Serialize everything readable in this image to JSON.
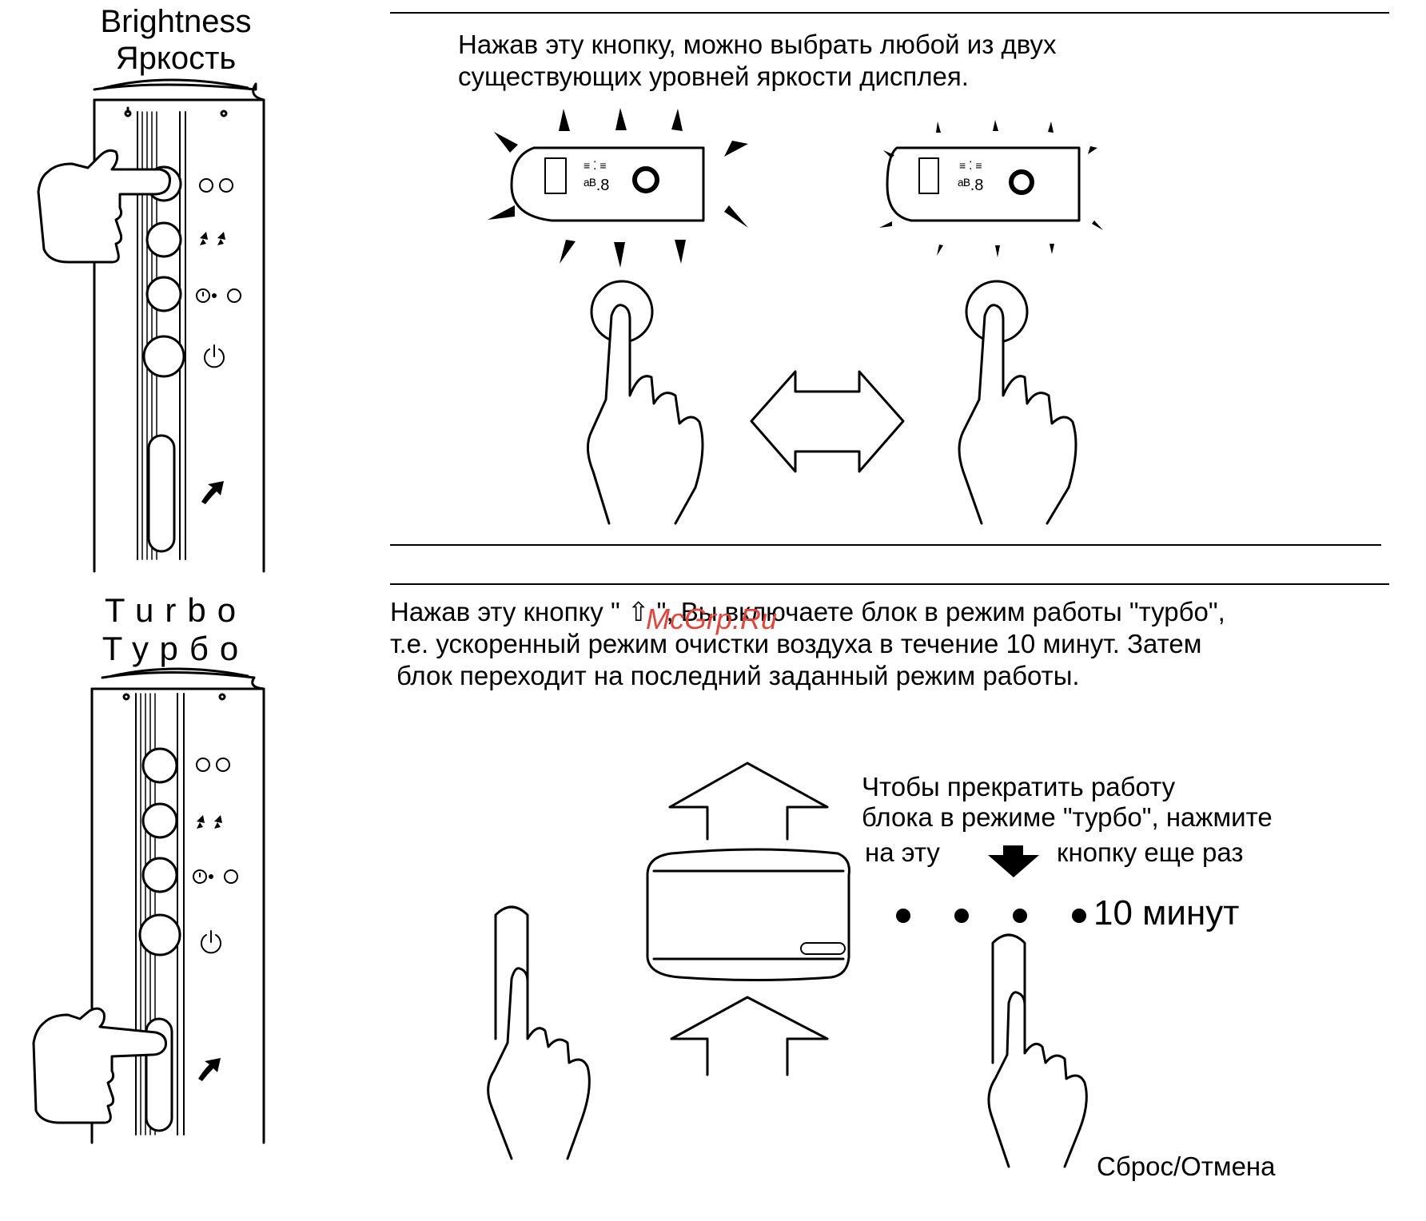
{
  "brightness": {
    "title_en": "Brightness",
    "title_ru": "Яркость",
    "description_line1": "Нажав эту кнопку, можно выбрать любой из двух",
    "description_line2": "существующих уровней яркости дисплея."
  },
  "turbo": {
    "title_en": "Turbo",
    "title_ru": "Турбо",
    "description_line1": "Нажав эту кнопку \" ⇧ \", Вы включаете блок в режим работы \"турбо\",",
    "description_line2": "т.е. ускоренный режим очистки воздуха в течение 10 минут. Затем",
    "description_line3": "блок переходит на последний заданный режим работы.",
    "stop_line1": "Чтобы прекратить работу",
    "stop_line2": "блока в режиме \"турбо\", нажмите",
    "stop_line3_a": "на эту",
    "stop_line3_b": "кнопку еще раз",
    "timer_label": "10 минут",
    "reset_label": "Сброс/Отмена"
  },
  "watermark": "McGrp.Ru",
  "icons": [
    "brightness-icon",
    "fan-icon",
    "timer-icon",
    "power-icon",
    "turbo-arrow-icon",
    "hand-icon",
    "double-arrow-icon",
    "down-arrow-icon",
    "up-arrow-icon"
  ]
}
